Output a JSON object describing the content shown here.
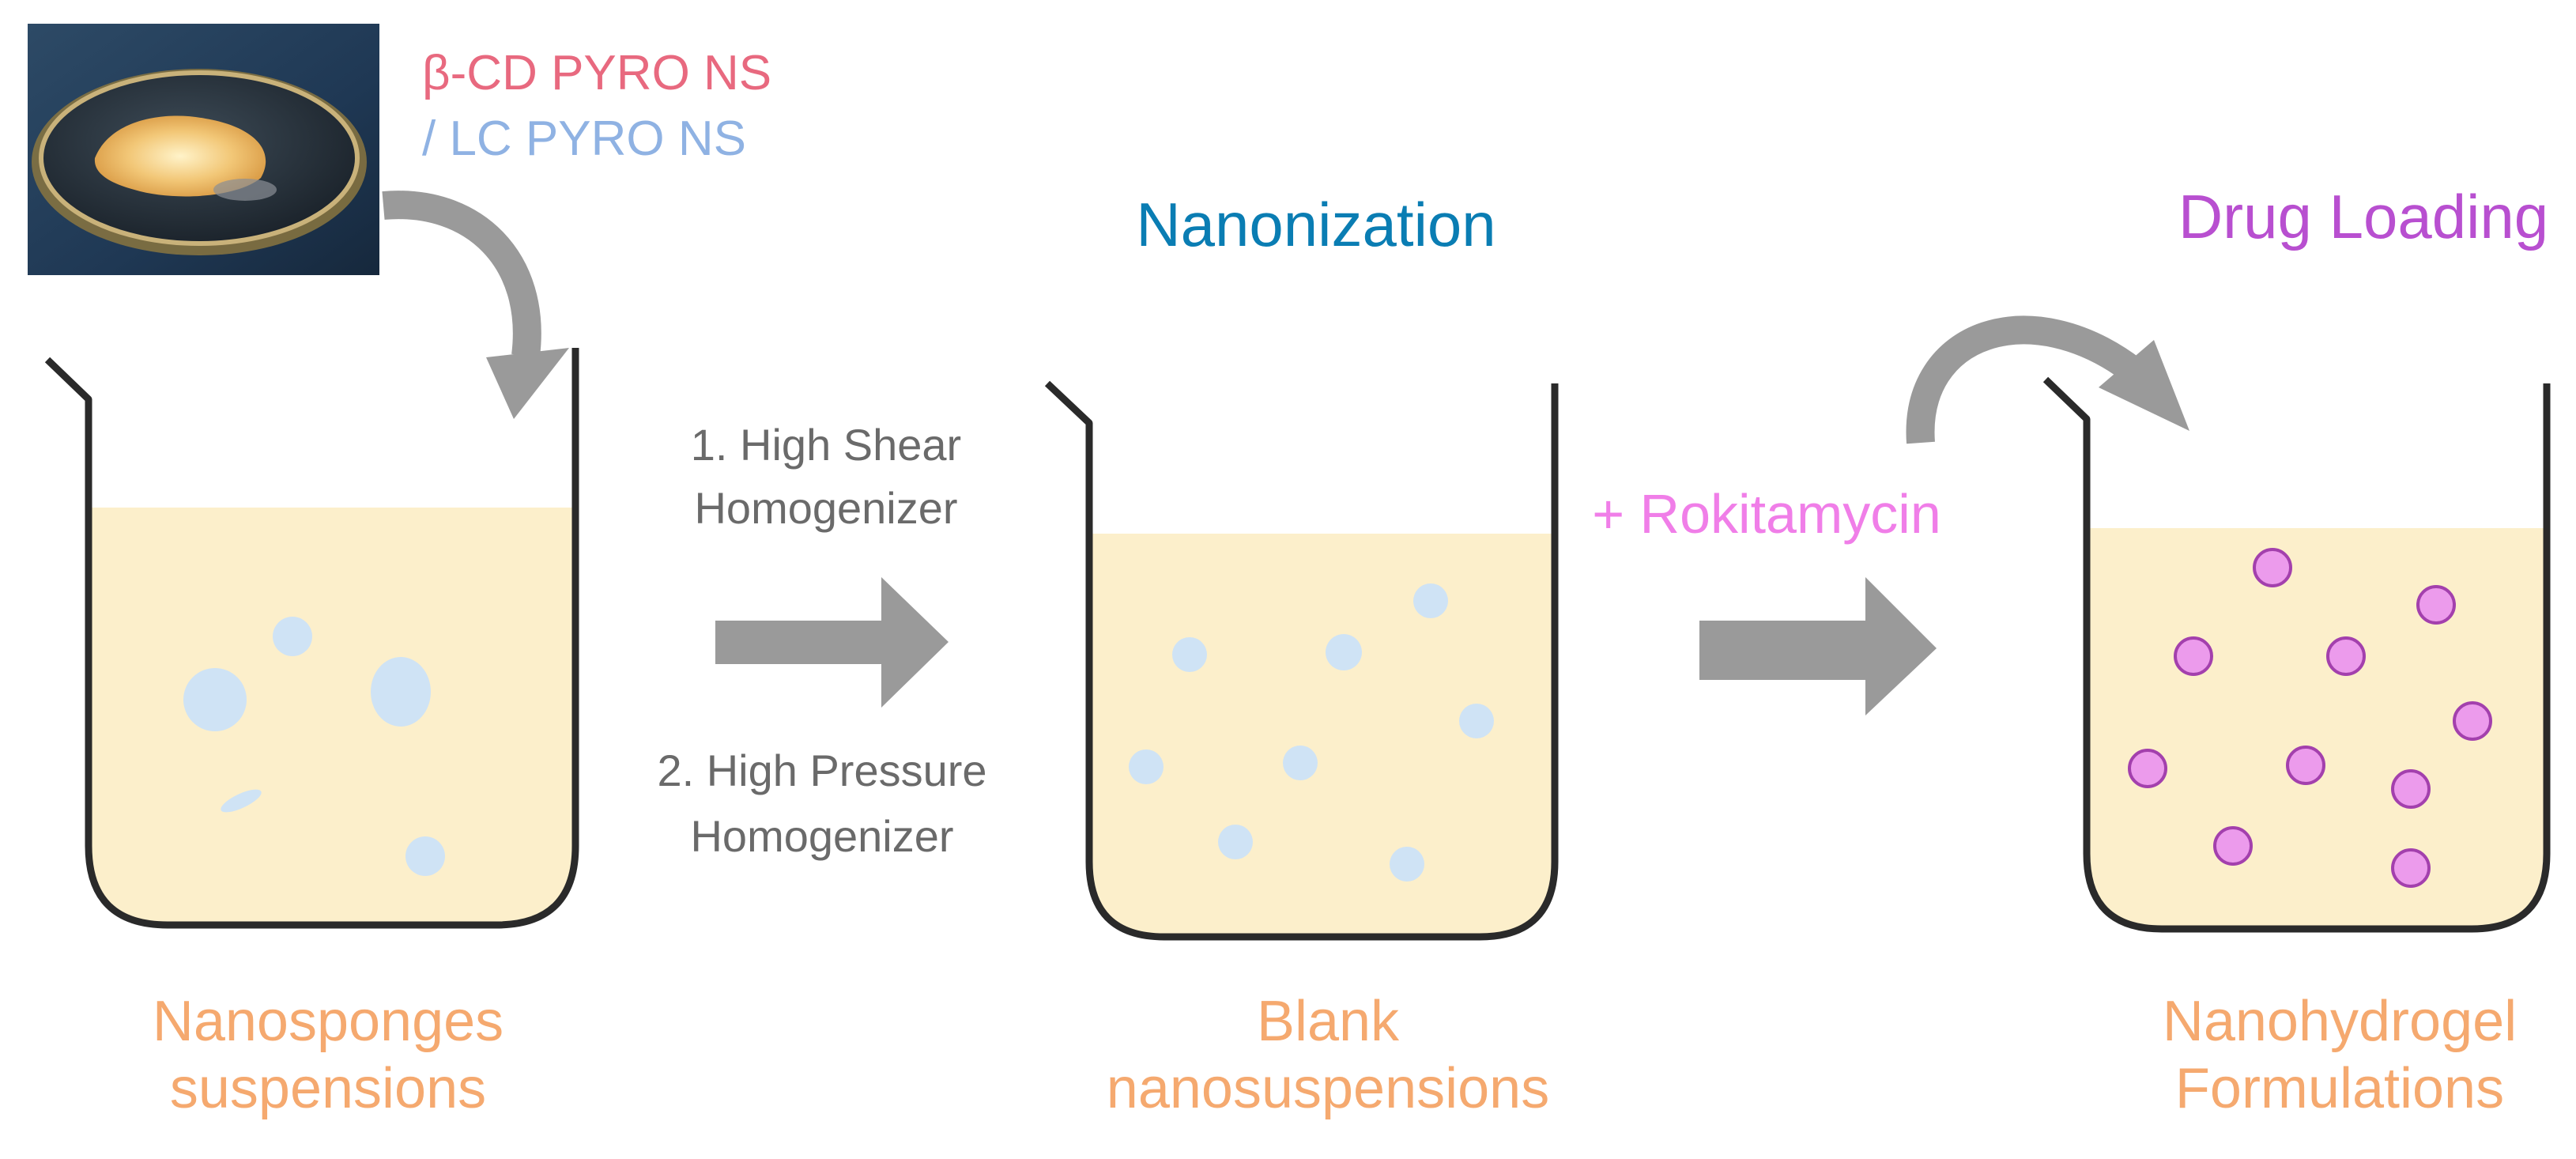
{
  "photo": {
    "label_line1": "β-CD PYRO NS",
    "label_line2": "/ LC PYRO NS"
  },
  "headings": {
    "nanonization": "Nanonization",
    "drug_loading": "Drug Loading"
  },
  "steps": {
    "step1_line1": "1. High Shear",
    "step1_line2": "Homogenizer",
    "step2_line1": "2. High Pressure",
    "step2_line2": "Homogenizer"
  },
  "reagent": "+ Rokitamycin",
  "captions": {
    "beaker1_line1": "Nanosponges",
    "beaker1_line2": "suspensions",
    "beaker2_line1": "Blank",
    "beaker2_line2": "nanosuspensions",
    "beaker3_line1": "Nanohydrogel",
    "beaker3_line2": "Formulations"
  },
  "colors": {
    "liquid": "#fcefcb",
    "beaker_outline": "#2a2a2a",
    "particle_blank": "#cfe3f5",
    "particle_drug": "#ec9bec",
    "particle_drug_outline": "#a340ad",
    "arrow": "#9a9a9a",
    "caption": "#f5a96f",
    "nanonization": "#0a7db3",
    "drug_loading": "#b84fd0",
    "reagent": "#f07ee8"
  }
}
